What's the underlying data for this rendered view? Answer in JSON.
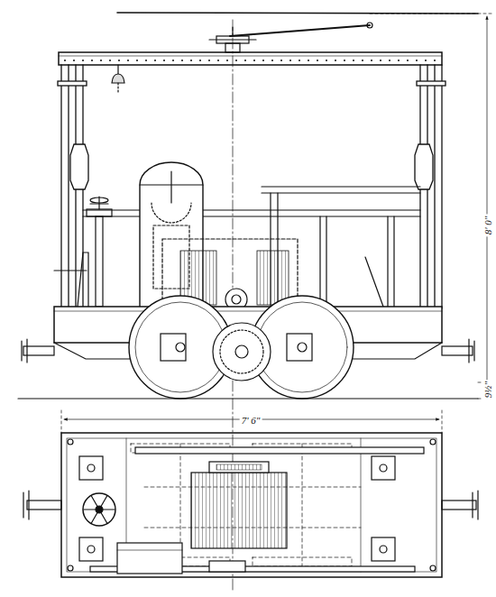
{
  "diagram": {
    "labels": [
      "8' 0\"",
      "9½\"",
      "7' 6\""
    ]
  }
}
